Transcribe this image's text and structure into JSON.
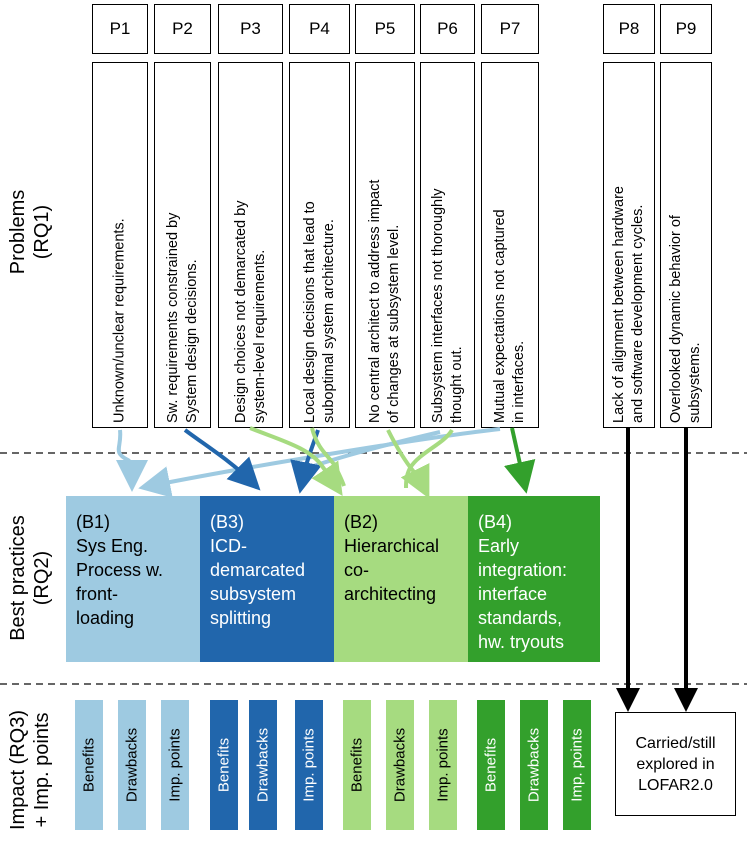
{
  "colors": {
    "b1": "#9ecae1",
    "b3": "#2166ac",
    "b2": "#a6db80",
    "b4": "#33a02c"
  },
  "row_labels": {
    "problems": "Problems\n(RQ1)",
    "best_practices": "Best practices\n(RQ2)",
    "impact": "Impact (RQ3)\n+ Imp. points"
  },
  "problems": [
    {
      "tag": "P1",
      "text": "Unknown/unclear requirements."
    },
    {
      "tag": "P2",
      "text": "Sw. requirements constrained by\nSystem design decisions."
    },
    {
      "tag": "P3",
      "text": "Design choices not demarcated by\nsystem-level requirements."
    },
    {
      "tag": "P4",
      "text": "Local design decisions that lead to\nsuboptimal system architecture."
    },
    {
      "tag": "P5",
      "text": "No central architect to address impact\nof changes at subsystem level."
    },
    {
      "tag": "P6",
      "text": "Subsystem interfaces not thoroughly\nthought out."
    },
    {
      "tag": "P7",
      "text": "Mutual expectations not captured\nin interfaces."
    },
    {
      "tag": "P8",
      "text": "Lack of alignment between hardware\nand software development cycles."
    },
    {
      "tag": "P9",
      "text": "Overlooked dynamic behavior of\nsubsystems."
    }
  ],
  "best_practices": [
    {
      "id": "B1",
      "text": "(B1)\nSys Eng.\nProcess w.\nfront-\nloading"
    },
    {
      "id": "B3",
      "text": "(B3)\nICD-\ndemarcated\nsubsystem\nsplitting"
    },
    {
      "id": "B2",
      "text": "(B2)\nHierarchical\nco-\narchitecting"
    },
    {
      "id": "B4",
      "text": "(B4)\nEarly\nintegration:\ninterface\nstandards,\nhw. tryouts"
    }
  ],
  "impact_labels": [
    "Benefits",
    "Drawbacks",
    "Imp. points"
  ],
  "carried": "Carried/still\nexplored in\nLOFAR2.0"
}
